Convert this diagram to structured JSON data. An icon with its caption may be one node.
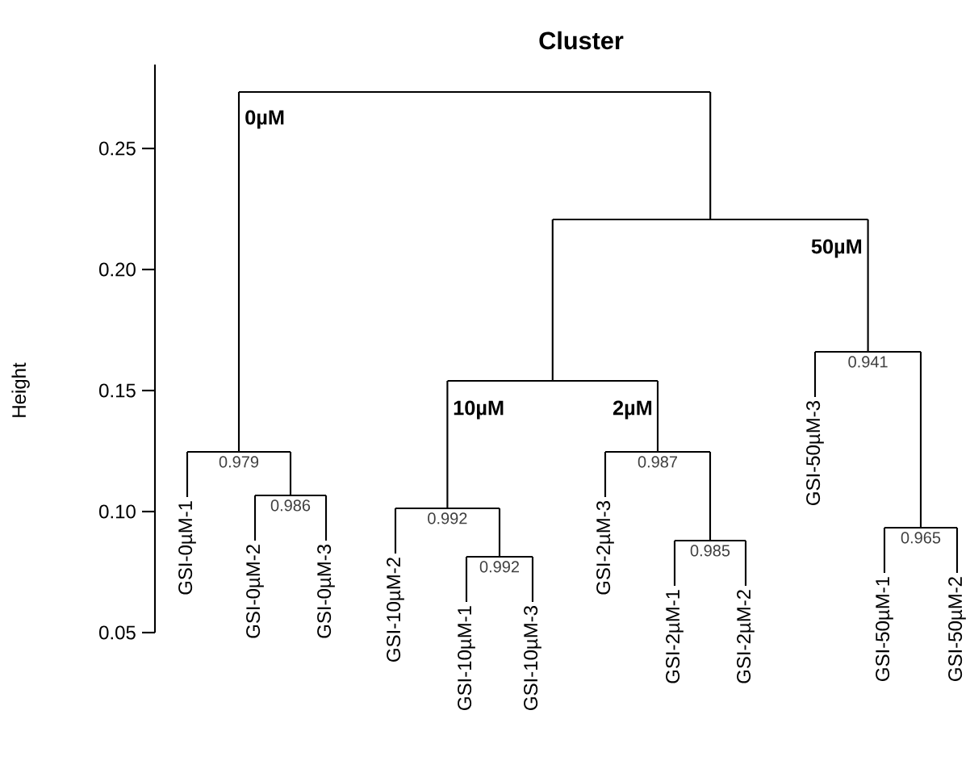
{
  "diagram": {
    "title": "Cluster",
    "nodes": [
      {
        "text": [],
        "shape": "bar"
      },
      {
        "text": [
          "0.979"
        ]
      },
      {
        "text": [
          "0.986"
        ]
      },
      {
        "text": [],
        "shape": "bar"
      },
      {
        "text": [],
        "shape": "bar"
      },
      {
        "text": [
          "0.992"
        ]
      },
      {
        "text": [
          "0.992"
        ]
      },
      {
        "text": [
          "0.987"
        ]
      },
      {
        "text": [
          "0.985"
        ]
      },
      {
        "text": [
          "0.941"
        ]
      },
      {
        "text": [
          "0.965"
        ]
      },
      {
        "text": [
          "GSI-0µM-1"
        ]
      },
      {
        "text": [
          "GSI-0µM-2"
        ]
      },
      {
        "text": [
          "GSI-0µM-3"
        ]
      },
      {
        "text": [
          "GSI-10µM-2"
        ]
      },
      {
        "text": [
          "GSI-10µM-1"
        ]
      },
      {
        "text": [
          "GSI-10µM-3"
        ]
      },
      {
        "text": [
          "GSI-2µM-3"
        ]
      },
      {
        "text": [
          "GSI-2µM-1"
        ]
      },
      {
        "text": [
          "GSI-2µM-2"
        ]
      },
      {
        "text": [
          "GSI-50µM-3"
        ]
      },
      {
        "text": [
          "GSI-50µM-1"
        ]
      },
      {
        "text": [
          "GSI-50µM-2"
        ]
      }
    ],
    "edges": [
      {
        "from": 0,
        "to": 1,
        "arrow": "none"
      },
      {
        "from": 0,
        "to": 3,
        "arrow": "none"
      },
      {
        "from": 1,
        "to": 11,
        "arrow": "none"
      },
      {
        "from": 1,
        "to": 2,
        "arrow": "none"
      },
      {
        "from": 2,
        "to": 12,
        "arrow": "none"
      },
      {
        "from": 2,
        "to": 13,
        "arrow": "none"
      },
      {
        "from": 3,
        "to": 4,
        "arrow": "none"
      },
      {
        "from": 3,
        "to": 9,
        "arrow": "none"
      },
      {
        "from": 4,
        "to": 5,
        "arrow": "none"
      },
      {
        "from": 4,
        "to": 7,
        "arrow": "none"
      },
      {
        "from": 5,
        "to": 14,
        "arrow": "none"
      },
      {
        "from": 5,
        "to": 6,
        "arrow": "none"
      },
      {
        "from": 6,
        "to": 15,
        "arrow": "none"
      },
      {
        "from": 6,
        "to": 16,
        "arrow": "none"
      },
      {
        "from": 7,
        "to": 17,
        "arrow": "none"
      },
      {
        "from": 7,
        "to": 8,
        "arrow": "none"
      },
      {
        "from": 8,
        "to": 18,
        "arrow": "none"
      },
      {
        "from": 8,
        "to": 19,
        "arrow": "none"
      },
      {
        "from": 9,
        "to": 20,
        "arrow": "none"
      },
      {
        "from": 9,
        "to": 10,
        "arrow": "none"
      },
      {
        "from": 10,
        "to": 21,
        "arrow": "none"
      },
      {
        "from": 10,
        "to": 22,
        "arrow": "none"
      }
    ],
    "labels": [
      "0µM",
      "50µM",
      "0.25",
      "0.20",
      "0.15",
      "0.10",
      "0.05",
      "Height",
      "10µM",
      "2µM"
    ]
  }
}
